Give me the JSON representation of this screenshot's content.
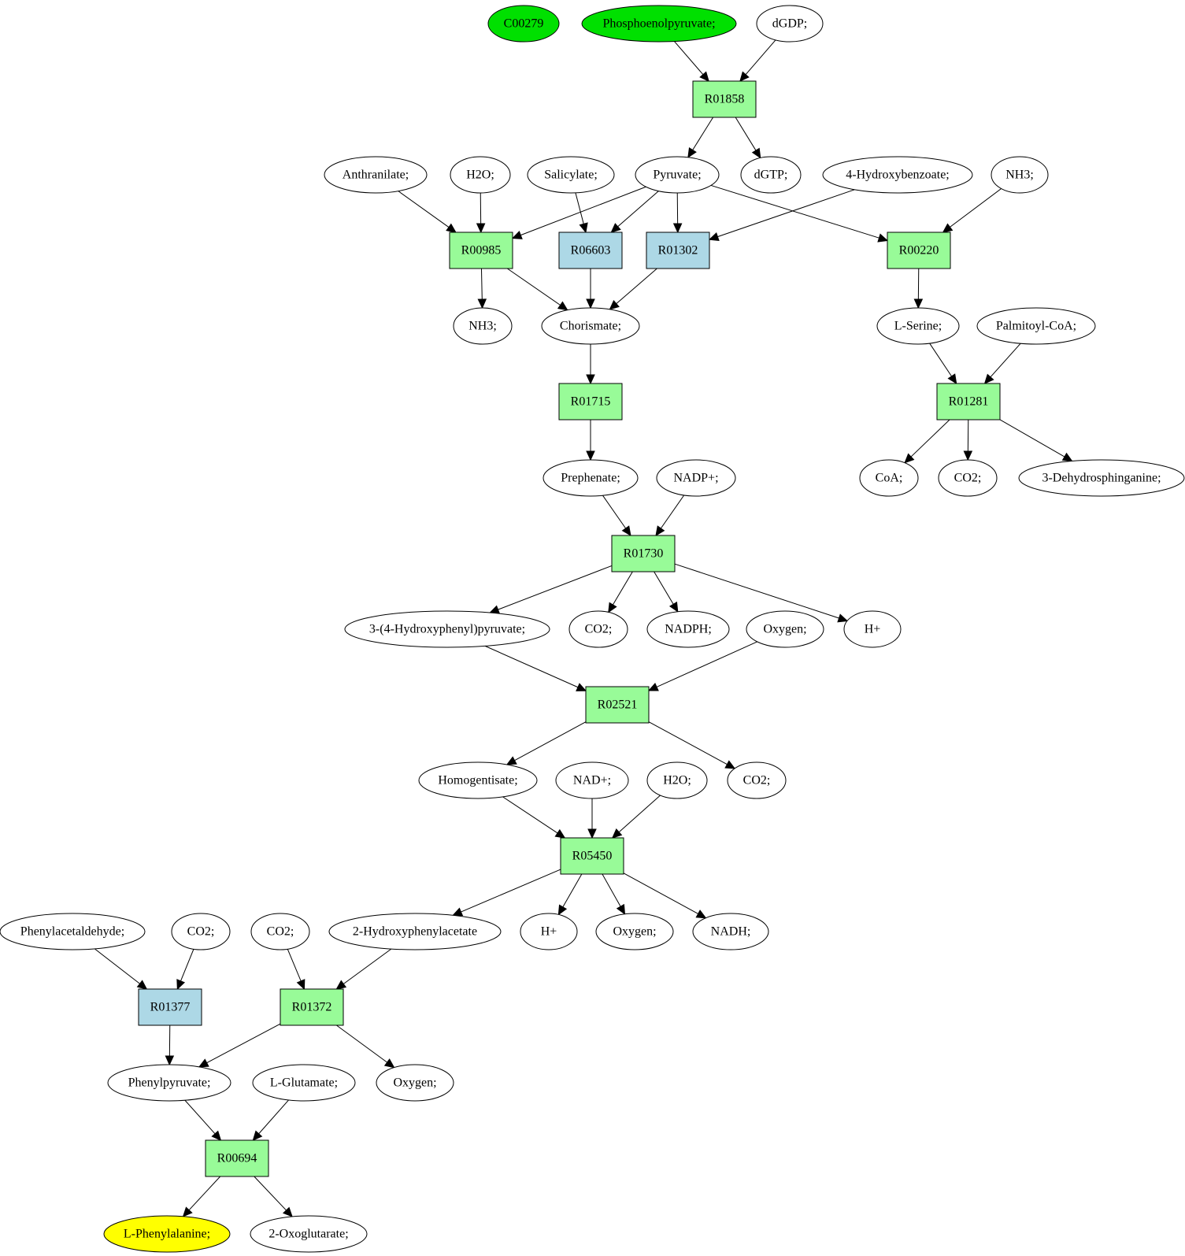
{
  "colors": {
    "reaction_default": "#98fb98",
    "reaction_alt": "#add8e6",
    "start": "#00e000",
    "target": "#ffff00",
    "compound": "#ffffff"
  },
  "nodes": [
    {
      "id": "c00279",
      "label": "C00279",
      "shape": "ellipse",
      "color": "start"
    },
    {
      "id": "pep",
      "label": "Phosphoenolpyruvate;",
      "shape": "ellipse",
      "color": "start"
    },
    {
      "id": "dgdp",
      "label": "dGDP;",
      "shape": "ellipse"
    },
    {
      "id": "r01858",
      "label": "R01858",
      "shape": "box",
      "color": "reaction_default"
    },
    {
      "id": "anthranilate",
      "label": "Anthranilate;",
      "shape": "ellipse"
    },
    {
      "id": "h2o_1",
      "label": "H2O;",
      "shape": "ellipse"
    },
    {
      "id": "salicylate",
      "label": "Salicylate;",
      "shape": "ellipse"
    },
    {
      "id": "pyruvate",
      "label": "Pyruvate;",
      "shape": "ellipse"
    },
    {
      "id": "dgtp",
      "label": "dGTP;",
      "shape": "ellipse"
    },
    {
      "id": "hydroxybenzoate",
      "label": "4-Hydroxybenzoate;",
      "shape": "ellipse"
    },
    {
      "id": "nh3_1",
      "label": "NH3;",
      "shape": "ellipse"
    },
    {
      "id": "r00985",
      "label": "R00985",
      "shape": "box",
      "color": "reaction_default"
    },
    {
      "id": "r06603",
      "label": "R06603",
      "shape": "box",
      "color": "reaction_alt"
    },
    {
      "id": "r01302",
      "label": "R01302",
      "shape": "box",
      "color": "reaction_alt"
    },
    {
      "id": "r00220",
      "label": "R00220",
      "shape": "box",
      "color": "reaction_default"
    },
    {
      "id": "nh3_2",
      "label": "NH3;",
      "shape": "ellipse"
    },
    {
      "id": "chorismate",
      "label": "Chorismate;",
      "shape": "ellipse"
    },
    {
      "id": "lserine",
      "label": "L-Serine;",
      "shape": "ellipse"
    },
    {
      "id": "palmitoyl",
      "label": "Palmitoyl-CoA;",
      "shape": "ellipse"
    },
    {
      "id": "r01715",
      "label": "R01715",
      "shape": "box",
      "color": "reaction_default"
    },
    {
      "id": "r01281",
      "label": "R01281",
      "shape": "box",
      "color": "reaction_default"
    },
    {
      "id": "prephenate",
      "label": "Prephenate;",
      "shape": "ellipse"
    },
    {
      "id": "nadpplus",
      "label": "NADP+;",
      "shape": "ellipse"
    },
    {
      "id": "coa",
      "label": "CoA;",
      "shape": "ellipse"
    },
    {
      "id": "co2_1",
      "label": "CO2;",
      "shape": "ellipse"
    },
    {
      "id": "dehydrosphinganine",
      "label": "3-Dehydrosphinganine;",
      "shape": "ellipse"
    },
    {
      "id": "r01730",
      "label": "R01730",
      "shape": "box",
      "color": "reaction_default"
    },
    {
      "id": "hpp",
      "label": "3-(4-Hydroxyphenyl)pyruvate;",
      "shape": "ellipse"
    },
    {
      "id": "co2_2",
      "label": "CO2;",
      "shape": "ellipse"
    },
    {
      "id": "nadph",
      "label": "NADPH;",
      "shape": "ellipse"
    },
    {
      "id": "oxygen_1",
      "label": "Oxygen;",
      "shape": "ellipse"
    },
    {
      "id": "hplus_1",
      "label": "H+",
      "shape": "ellipse"
    },
    {
      "id": "r02521",
      "label": "R02521",
      "shape": "box",
      "color": "reaction_default"
    },
    {
      "id": "homogentisate",
      "label": "Homogentisate;",
      "shape": "ellipse"
    },
    {
      "id": "nadplus",
      "label": "NAD+;",
      "shape": "ellipse"
    },
    {
      "id": "h2o_2",
      "label": "H2O;",
      "shape": "ellipse"
    },
    {
      "id": "co2_3",
      "label": "CO2;",
      "shape": "ellipse"
    },
    {
      "id": "r05450",
      "label": "R05450",
      "shape": "box",
      "color": "reaction_default"
    },
    {
      "id": "phenylacetaldehyde",
      "label": "Phenylacetaldehyde;",
      "shape": "ellipse"
    },
    {
      "id": "co2_4",
      "label": "CO2;",
      "shape": "ellipse"
    },
    {
      "id": "co2_5",
      "label": "CO2;",
      "shape": "ellipse"
    },
    {
      "id": "hpa",
      "label": "2-Hydroxyphenylacetate",
      "shape": "ellipse"
    },
    {
      "id": "hplus_2",
      "label": "H+",
      "shape": "ellipse"
    },
    {
      "id": "oxygen_2",
      "label": "Oxygen;",
      "shape": "ellipse"
    },
    {
      "id": "nadh",
      "label": "NADH;",
      "shape": "ellipse"
    },
    {
      "id": "r01377",
      "label": "R01377",
      "shape": "box",
      "color": "reaction_alt"
    },
    {
      "id": "r01372",
      "label": "R01372",
      "shape": "box",
      "color": "reaction_default"
    },
    {
      "id": "phenylpyruvate",
      "label": "Phenylpyruvate;",
      "shape": "ellipse"
    },
    {
      "id": "lglutamate",
      "label": "L-Glutamate;",
      "shape": "ellipse"
    },
    {
      "id": "oxygen_3",
      "label": "Oxygen;",
      "shape": "ellipse"
    },
    {
      "id": "r00694",
      "label": "R00694",
      "shape": "box",
      "color": "reaction_default"
    },
    {
      "id": "lphe",
      "label": "L-Phenylalanine;",
      "shape": "ellipse",
      "color": "target"
    },
    {
      "id": "oxoglutarate",
      "label": "2-Oxoglutarate;",
      "shape": "ellipse"
    }
  ],
  "edges": [
    [
      "pep",
      "r01858"
    ],
    [
      "dgdp",
      "r01858"
    ],
    [
      "r01858",
      "pyruvate"
    ],
    [
      "r01858",
      "dgtp"
    ],
    [
      "anthranilate",
      "r00985"
    ],
    [
      "h2o_1",
      "r00985"
    ],
    [
      "pyruvate",
      "r00985"
    ],
    [
      "salicylate",
      "r06603"
    ],
    [
      "pyruvate",
      "r06603"
    ],
    [
      "pyruvate",
      "r01302"
    ],
    [
      "hydroxybenzoate",
      "r01302"
    ],
    [
      "pyruvate",
      "r00220"
    ],
    [
      "nh3_1",
      "r00220"
    ],
    [
      "r00985",
      "nh3_2"
    ],
    [
      "r00985",
      "chorismate"
    ],
    [
      "r06603",
      "chorismate"
    ],
    [
      "r01302",
      "chorismate"
    ],
    [
      "r00220",
      "lserine"
    ],
    [
      "chorismate",
      "r01715"
    ],
    [
      "lserine",
      "r01281"
    ],
    [
      "palmitoyl",
      "r01281"
    ],
    [
      "r01715",
      "prephenate"
    ],
    [
      "r01281",
      "coa"
    ],
    [
      "r01281",
      "co2_1"
    ],
    [
      "r01281",
      "dehydrosphinganine"
    ],
    [
      "prephenate",
      "r01730"
    ],
    [
      "nadpplus",
      "r01730"
    ],
    [
      "r01730",
      "hpp"
    ],
    [
      "r01730",
      "co2_2"
    ],
    [
      "r01730",
      "nadph"
    ],
    [
      "r01730",
      "hplus_1"
    ],
    [
      "hpp",
      "r02521"
    ],
    [
      "oxygen_1",
      "r02521"
    ],
    [
      "r02521",
      "homogentisate"
    ],
    [
      "r02521",
      "co2_3"
    ],
    [
      "homogentisate",
      "r05450"
    ],
    [
      "nadplus",
      "r05450"
    ],
    [
      "h2o_2",
      "r05450"
    ],
    [
      "r05450",
      "hpa"
    ],
    [
      "r05450",
      "hplus_2"
    ],
    [
      "r05450",
      "oxygen_2"
    ],
    [
      "r05450",
      "nadh"
    ],
    [
      "phenylacetaldehyde",
      "r01377"
    ],
    [
      "co2_4",
      "r01377"
    ],
    [
      "co2_5",
      "r01372"
    ],
    [
      "hpa",
      "r01372"
    ],
    [
      "r01377",
      "phenylpyruvate"
    ],
    [
      "r01372",
      "phenylpyruvate"
    ],
    [
      "r01372",
      "oxygen_3"
    ],
    [
      "phenylpyruvate",
      "r00694"
    ],
    [
      "lglutamate",
      "r00694"
    ],
    [
      "r00694",
      "lphe"
    ],
    [
      "r00694",
      "oxoglutarate"
    ]
  ]
}
